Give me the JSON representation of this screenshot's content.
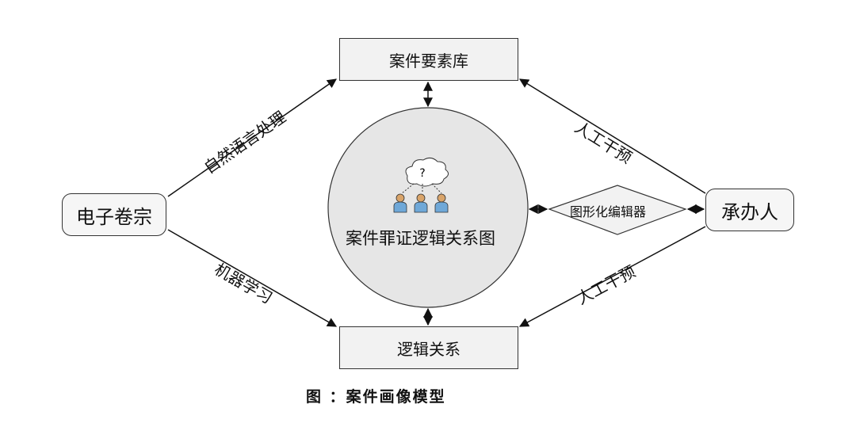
{
  "nodes": {
    "element_db": "案件要素库",
    "logic_relation": "逻辑关系",
    "e_dossier": "电子卷宗",
    "handler": "承办人",
    "graph_editor": "图形化编辑器",
    "center_circle": "案件罪证逻辑关系图"
  },
  "edges": {
    "nlp": "自然语言处理",
    "ml": "机器学习",
    "manual_top": "人工干预",
    "manual_bottom": "人工干预"
  },
  "caption": "图 ：案件画像模型"
}
